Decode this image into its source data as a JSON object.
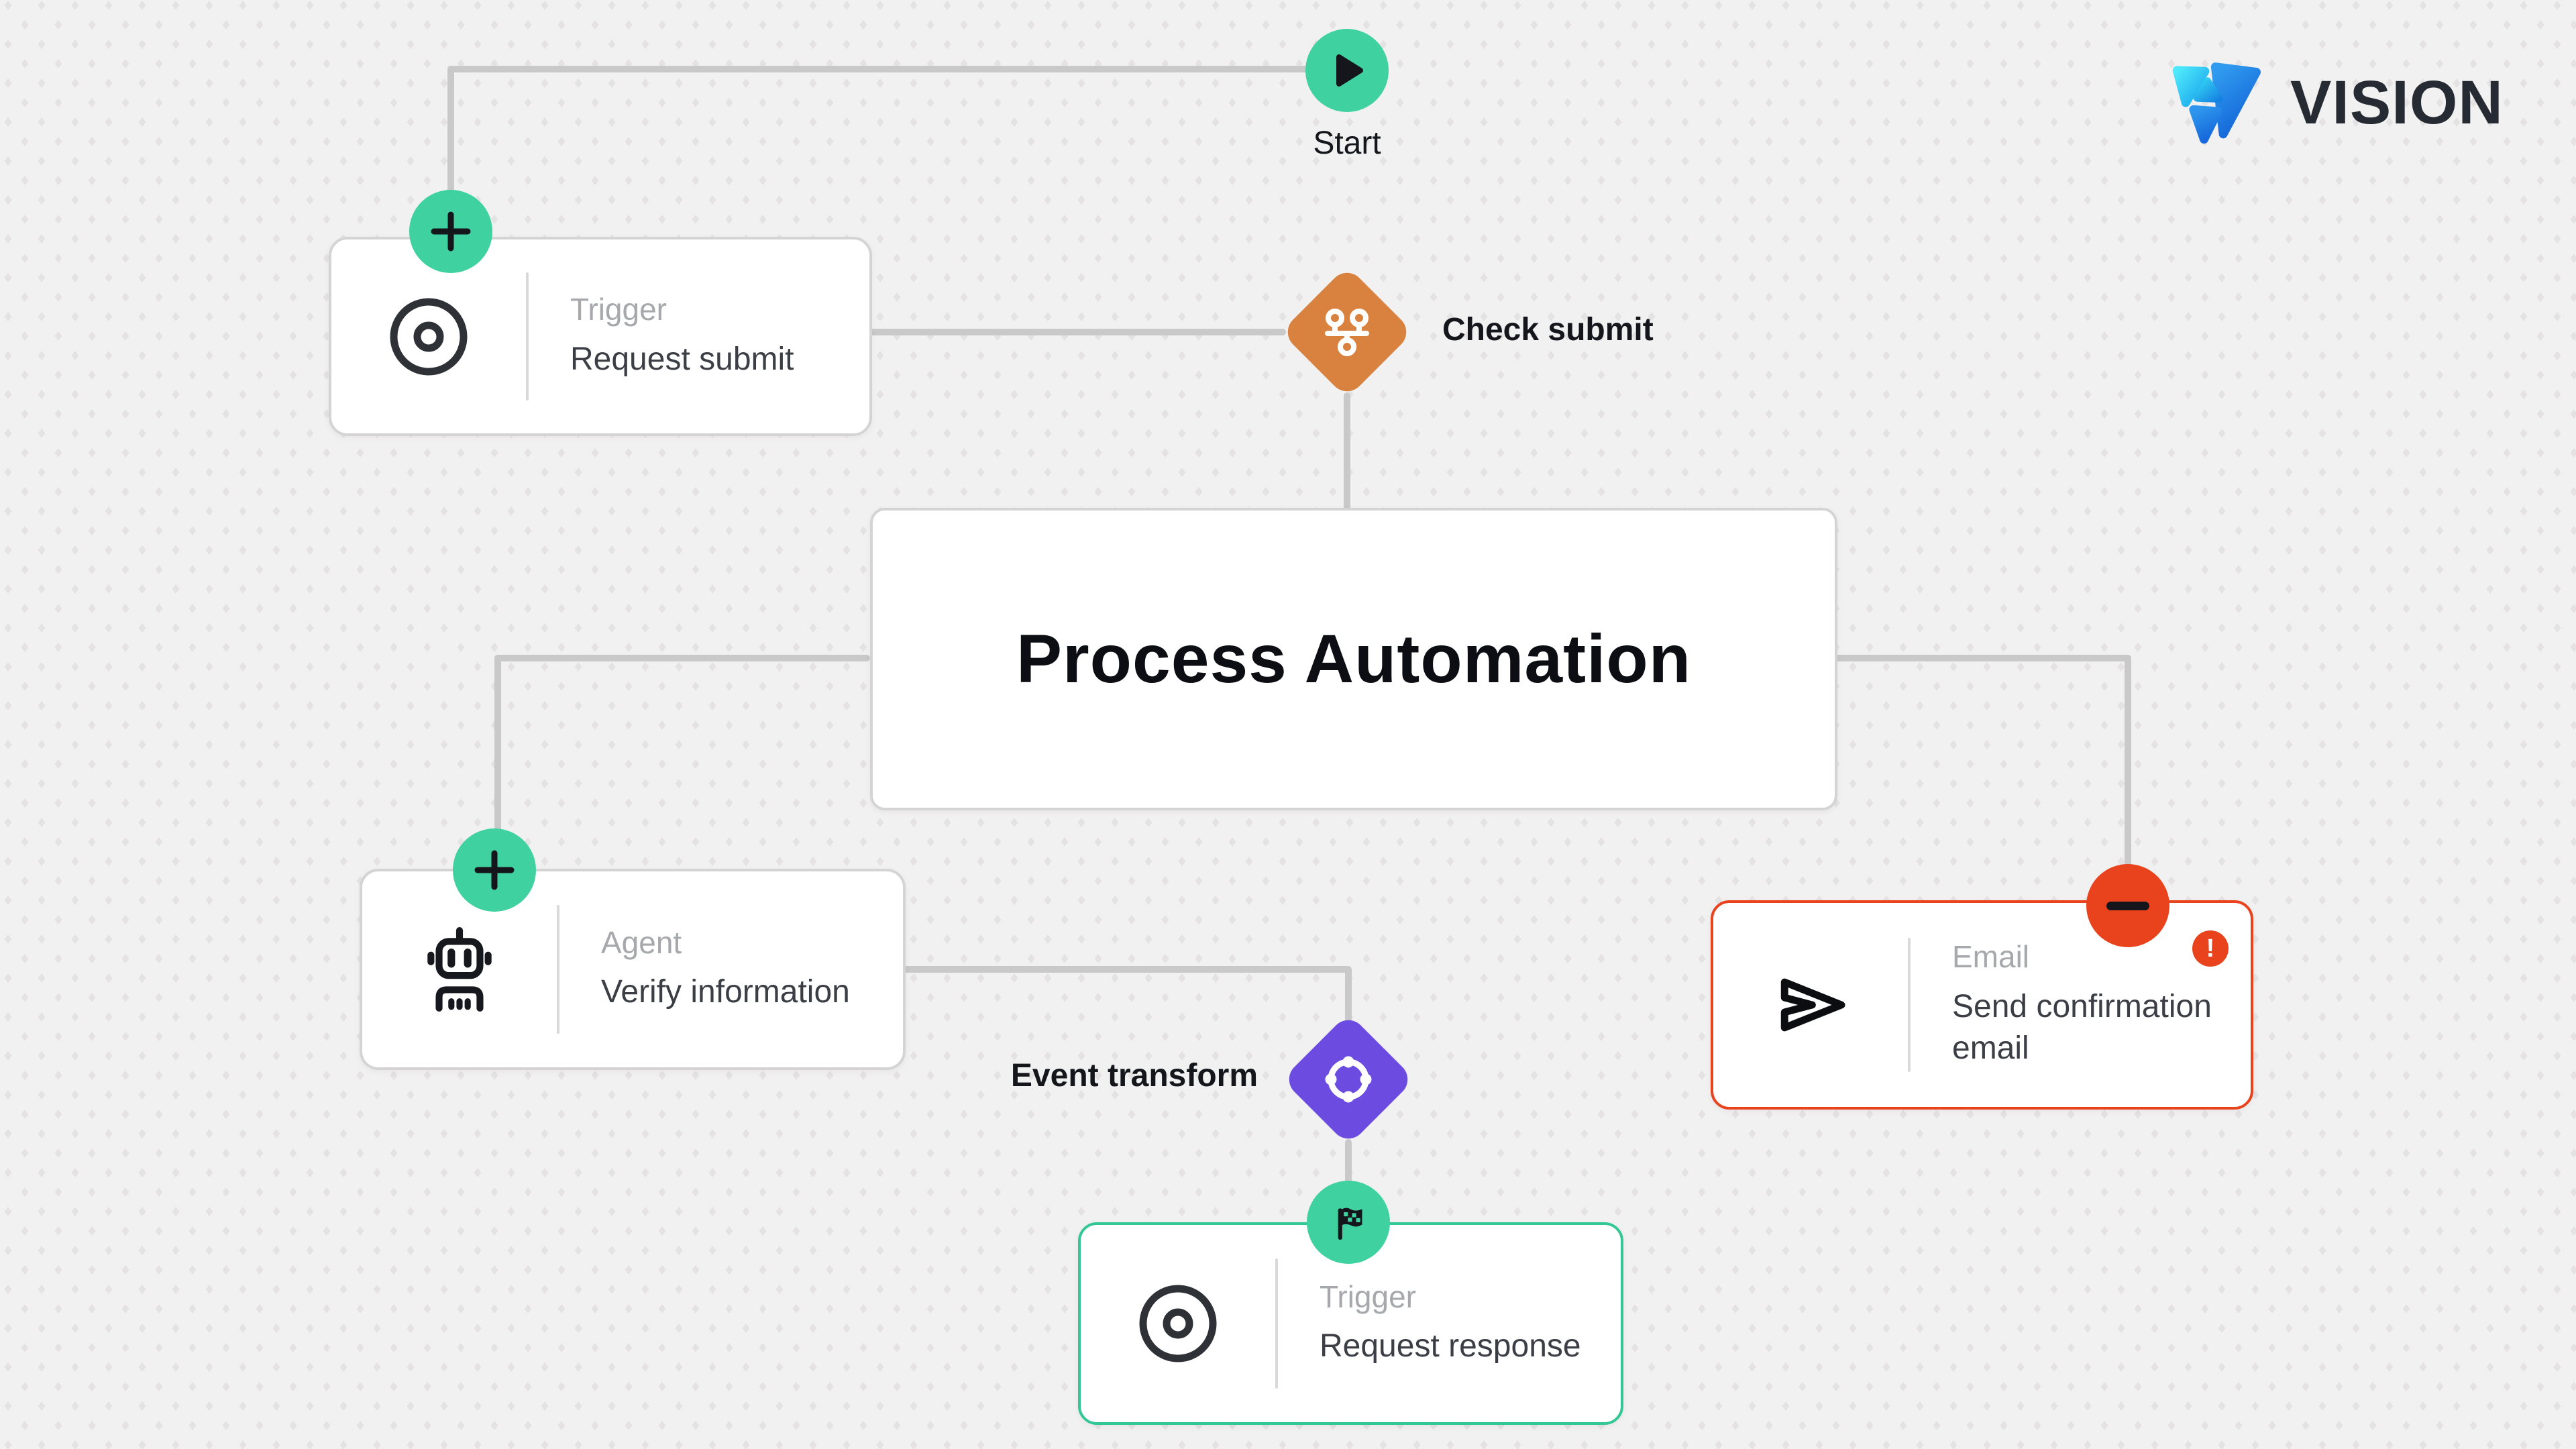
{
  "logo": {
    "brand": "VISION"
  },
  "nodes": {
    "start": {
      "label": "Start"
    },
    "trigger_submit": {
      "type_label": "Trigger",
      "title": "Request submit"
    },
    "check_submit": {
      "label": "Check submit"
    },
    "process": {
      "title": "Process Automation"
    },
    "agent": {
      "type_label": "Agent",
      "title": "Verify information"
    },
    "event_transform": {
      "label": "Event transform"
    },
    "trigger_response": {
      "type_label": "Trigger",
      "title": "Request response"
    },
    "email": {
      "type_label": "Email",
      "title": "Send confirmation email",
      "alert_glyph": "!"
    }
  },
  "icons": {
    "play": "play-triangle",
    "plus": "plus",
    "minus": "minus",
    "flag": "checkered-flag",
    "alert": "exclamation",
    "trigger": "target",
    "agent": "robot",
    "check_submit": "git-branch",
    "event_transform": "orbit-ring",
    "email": "paper-plane-send"
  },
  "colors": {
    "canvas": "#F2F1F1",
    "dot": "#E4E2E3",
    "connector": "#C9C9C9",
    "card_border": "#D4D4D4",
    "green_button": "#3FD1A0",
    "green_border": "#32C795",
    "orange_diamond": "#D9823F",
    "purple_diamond": "#6C4BE0",
    "red": "#E8431D",
    "text_dark": "#14161C",
    "text_gray": "#A6A8AB",
    "logo_navy": "#262B33"
  }
}
